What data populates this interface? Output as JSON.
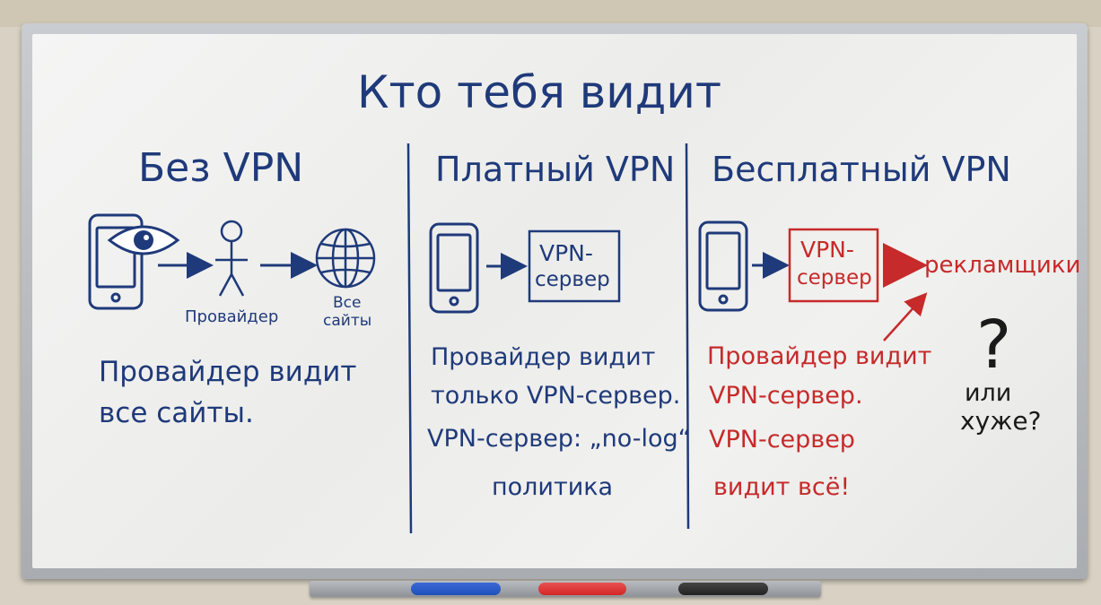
{
  "board": {
    "title": "Кто тебя видит",
    "columns": [
      {
        "heading": "Без VPN",
        "labels": [
          "Провайдер",
          "Все",
          "сайты"
        ],
        "text": [
          "Провайдер видит",
          "все сайты."
        ]
      },
      {
        "heading": "Платный VPN",
        "server_label": [
          "VPN-",
          "сервер"
        ],
        "text": [
          "Провайдер видит",
          "только VPN-сервер.",
          "VPN-сервер: „no-log“",
          "политика"
        ]
      },
      {
        "heading": "Бесплатный VPN",
        "server_label": [
          "VPN-",
          "сервер"
        ],
        "advertisers": "рекламщики",
        "question": "?",
        "text_red": [
          "Провайдер видит",
          "VPN-сервер.",
          "VPN-сервер",
          "видит всё!"
        ],
        "text_black": [
          "или",
          "хуже?"
        ]
      }
    ],
    "ink_colors": {
      "blue": "#1f3a7a",
      "red": "#c62a2a",
      "black": "#1a1a1a"
    }
  },
  "markers": [
    {
      "color": "#1f4fb8",
      "label": "blue-marker"
    },
    {
      "color": "#d42626",
      "label": "red-marker"
    },
    {
      "color": "#222222",
      "label": "black-marker"
    }
  ]
}
